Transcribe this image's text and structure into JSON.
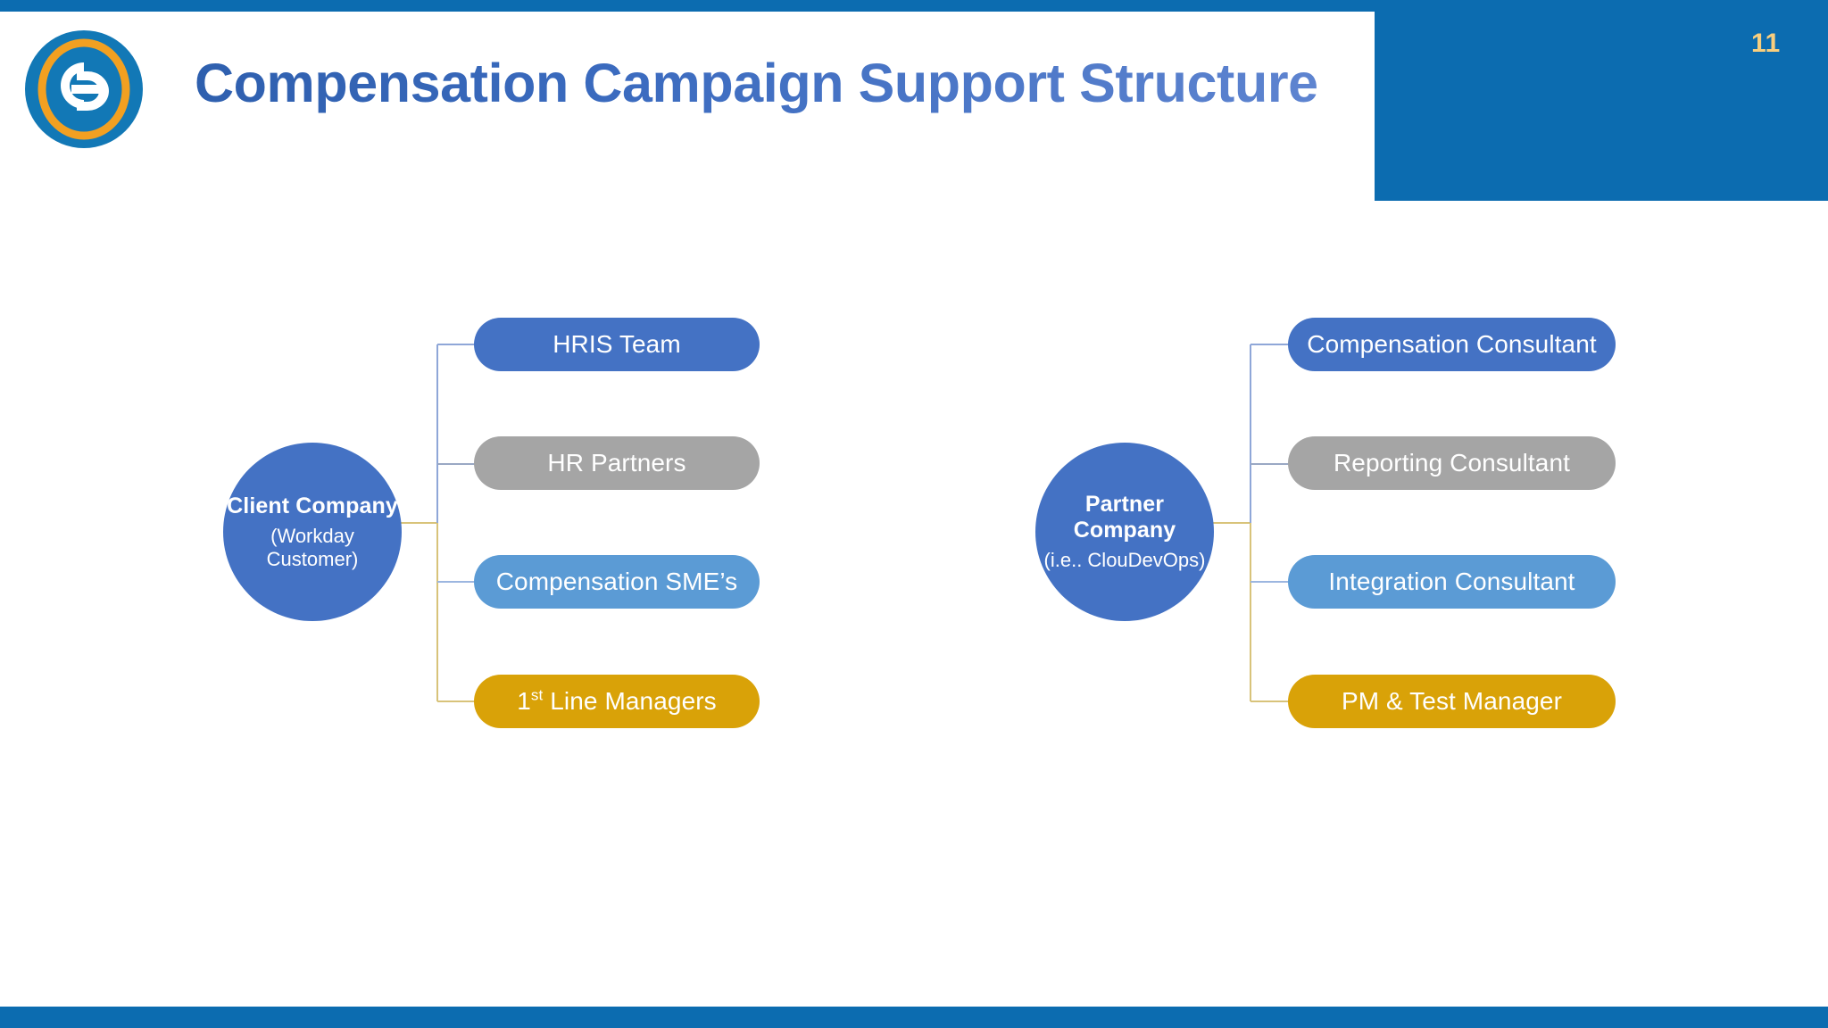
{
  "slide": {
    "title": "Compensation Campaign Support Structure",
    "page_number": "11",
    "logo_alt": "cd-monogram-logo"
  },
  "colors": {
    "brand_blue": "#0C6CB0",
    "title_blue": "#4171C4",
    "page_number_gold": "#F8CE7E",
    "node_royal": "#4472C4",
    "node_grey": "#A5A5A5",
    "node_sky": "#5B9BD5",
    "node_gold": "#D9A208",
    "connector_blue": "#8FA7D8",
    "connector_gold": "#D8C37A"
  },
  "diagram": {
    "type": "org-chart",
    "groups": [
      {
        "id": "client",
        "hub": {
          "title": "Client Company",
          "subtitle": "(Workday Customer)",
          "color": "#4472C4"
        },
        "children": [
          {
            "label": "HRIS Team",
            "color": "#4472C4",
            "style": "royal"
          },
          {
            "label": "HR Partners",
            "color": "#A5A5A5",
            "style": "grey"
          },
          {
            "label": "Compensation SME’s",
            "color": "#5B9BD5",
            "style": "sky"
          },
          {
            "label": "1st Line Managers",
            "label_prefix": "1",
            "label_sup": "st",
            "label_rest": " Line Managers",
            "color": "#D9A208",
            "style": "gold"
          }
        ]
      },
      {
        "id": "partner",
        "hub": {
          "title": "Partner Company",
          "subtitle": "(i.e.. ClouDevOps)",
          "color": "#4472C4"
        },
        "children": [
          {
            "label": "Compensation Consultant",
            "color": "#4472C4",
            "style": "royal"
          },
          {
            "label": "Reporting Consultant",
            "color": "#A5A5A5",
            "style": "grey"
          },
          {
            "label": "Integration Consultant",
            "color": "#5B9BD5",
            "style": "sky"
          },
          {
            "label": "PM & Test Manager",
            "color": "#D9A208",
            "style": "gold"
          }
        ]
      }
    ]
  }
}
